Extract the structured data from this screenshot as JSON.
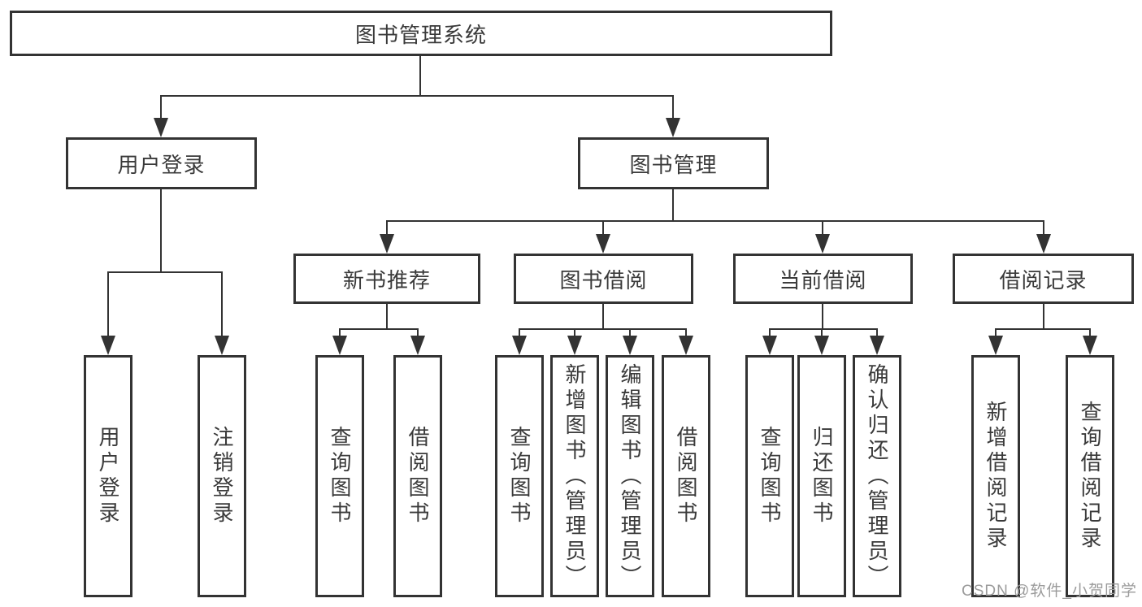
{
  "root": {
    "label": "图书管理系统"
  },
  "user_login": {
    "label": "用户登录",
    "children": [
      {
        "label": "用户登录"
      },
      {
        "label": "注销登录"
      }
    ]
  },
  "book_management": {
    "label": "图书管理",
    "children": [
      {
        "label": "新书推荐",
        "children": [
          {
            "label": "查询图书"
          },
          {
            "label": "借阅图书"
          }
        ]
      },
      {
        "label": "图书借阅",
        "children": [
          {
            "label": "查询图书"
          },
          {
            "label": "新增图书（管理员）"
          },
          {
            "label": "编辑图书（管理员）"
          },
          {
            "label": "借阅图书"
          }
        ]
      },
      {
        "label": "当前借阅",
        "children": [
          {
            "label": "查询图书"
          },
          {
            "label": "归还图书"
          },
          {
            "label": "确认归还（管理员）"
          }
        ]
      },
      {
        "label": "借阅记录",
        "children": [
          {
            "label": "新增借阅记录"
          },
          {
            "label": "查询借阅记录"
          }
        ]
      }
    ]
  },
  "watermark": {
    "text": "CSDN @软件_小贺同学"
  },
  "colors": {
    "line": "#333333",
    "box_border": "#333333",
    "text": "#3a3a3a",
    "watermark": "#9b9b9b",
    "background": "#ffffff"
  }
}
